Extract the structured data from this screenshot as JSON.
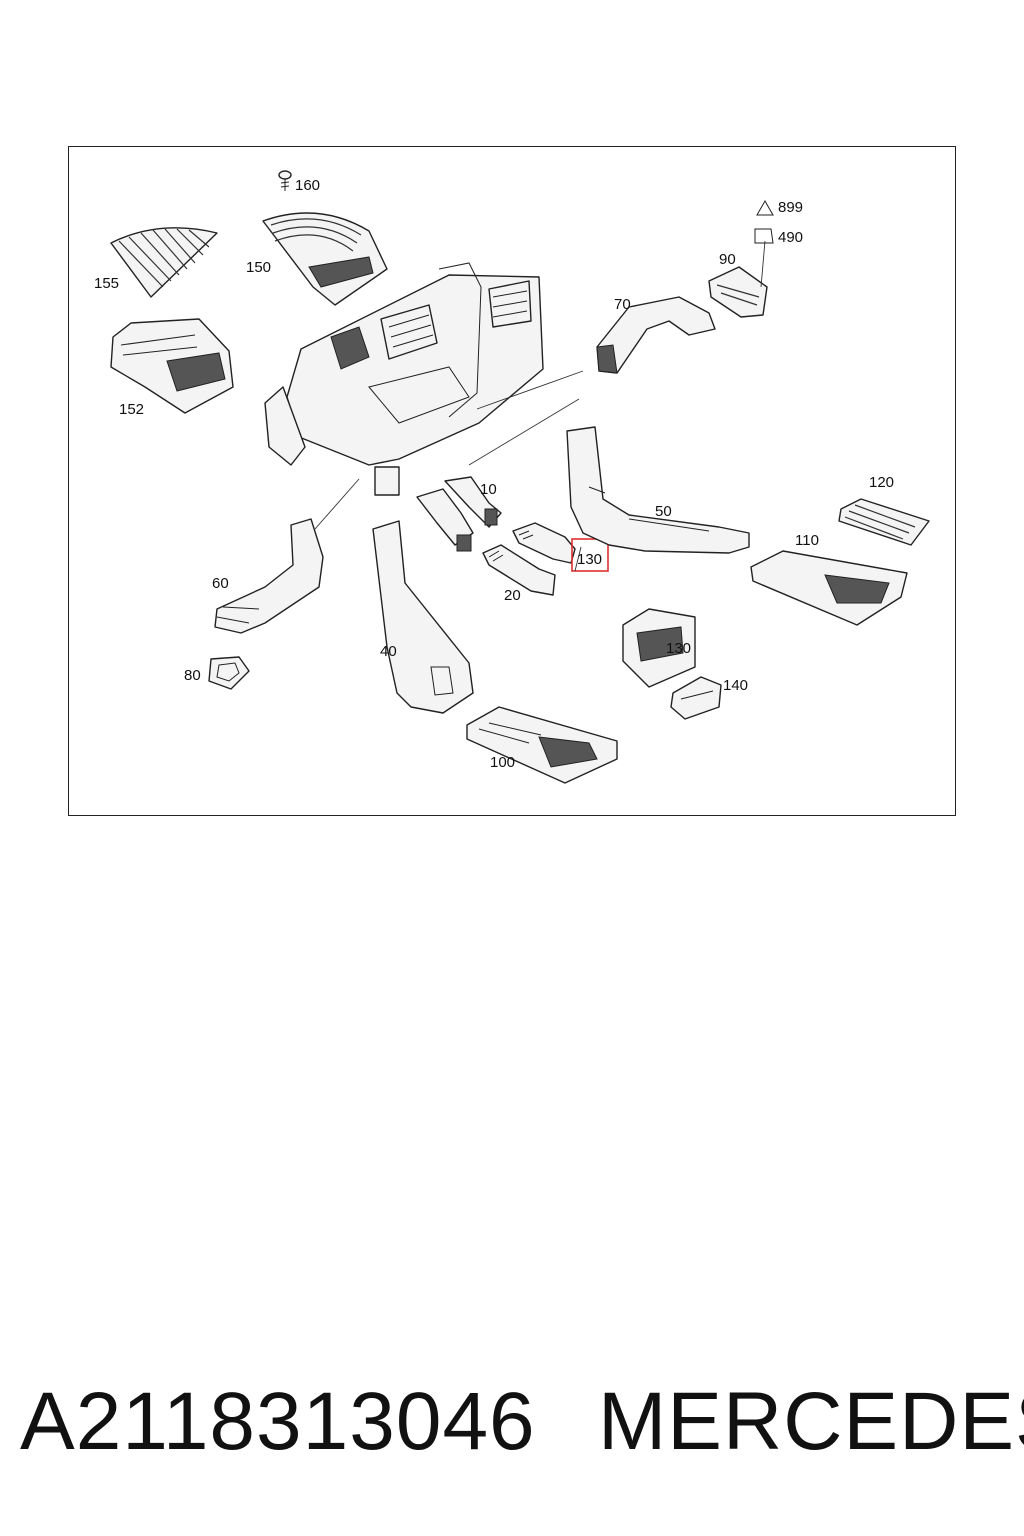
{
  "diagram": {
    "labels": {
      "p10": "10",
      "p20": "20",
      "p40": "40",
      "p50": "50",
      "p60": "60",
      "p70": "70",
      "p80": "80",
      "p90": "90",
      "p100": "100",
      "p110": "110",
      "p120": "120",
      "p130": "130",
      "p130_highlighted": "130",
      "p140": "140",
      "p150": "150",
      "p152": "152",
      "p155": "155",
      "p160": "160",
      "p490": "490",
      "p899": "899"
    },
    "highlight_color": "#e03030"
  },
  "caption": {
    "part_number": "A2118313046",
    "brand": "MERCEDES"
  }
}
